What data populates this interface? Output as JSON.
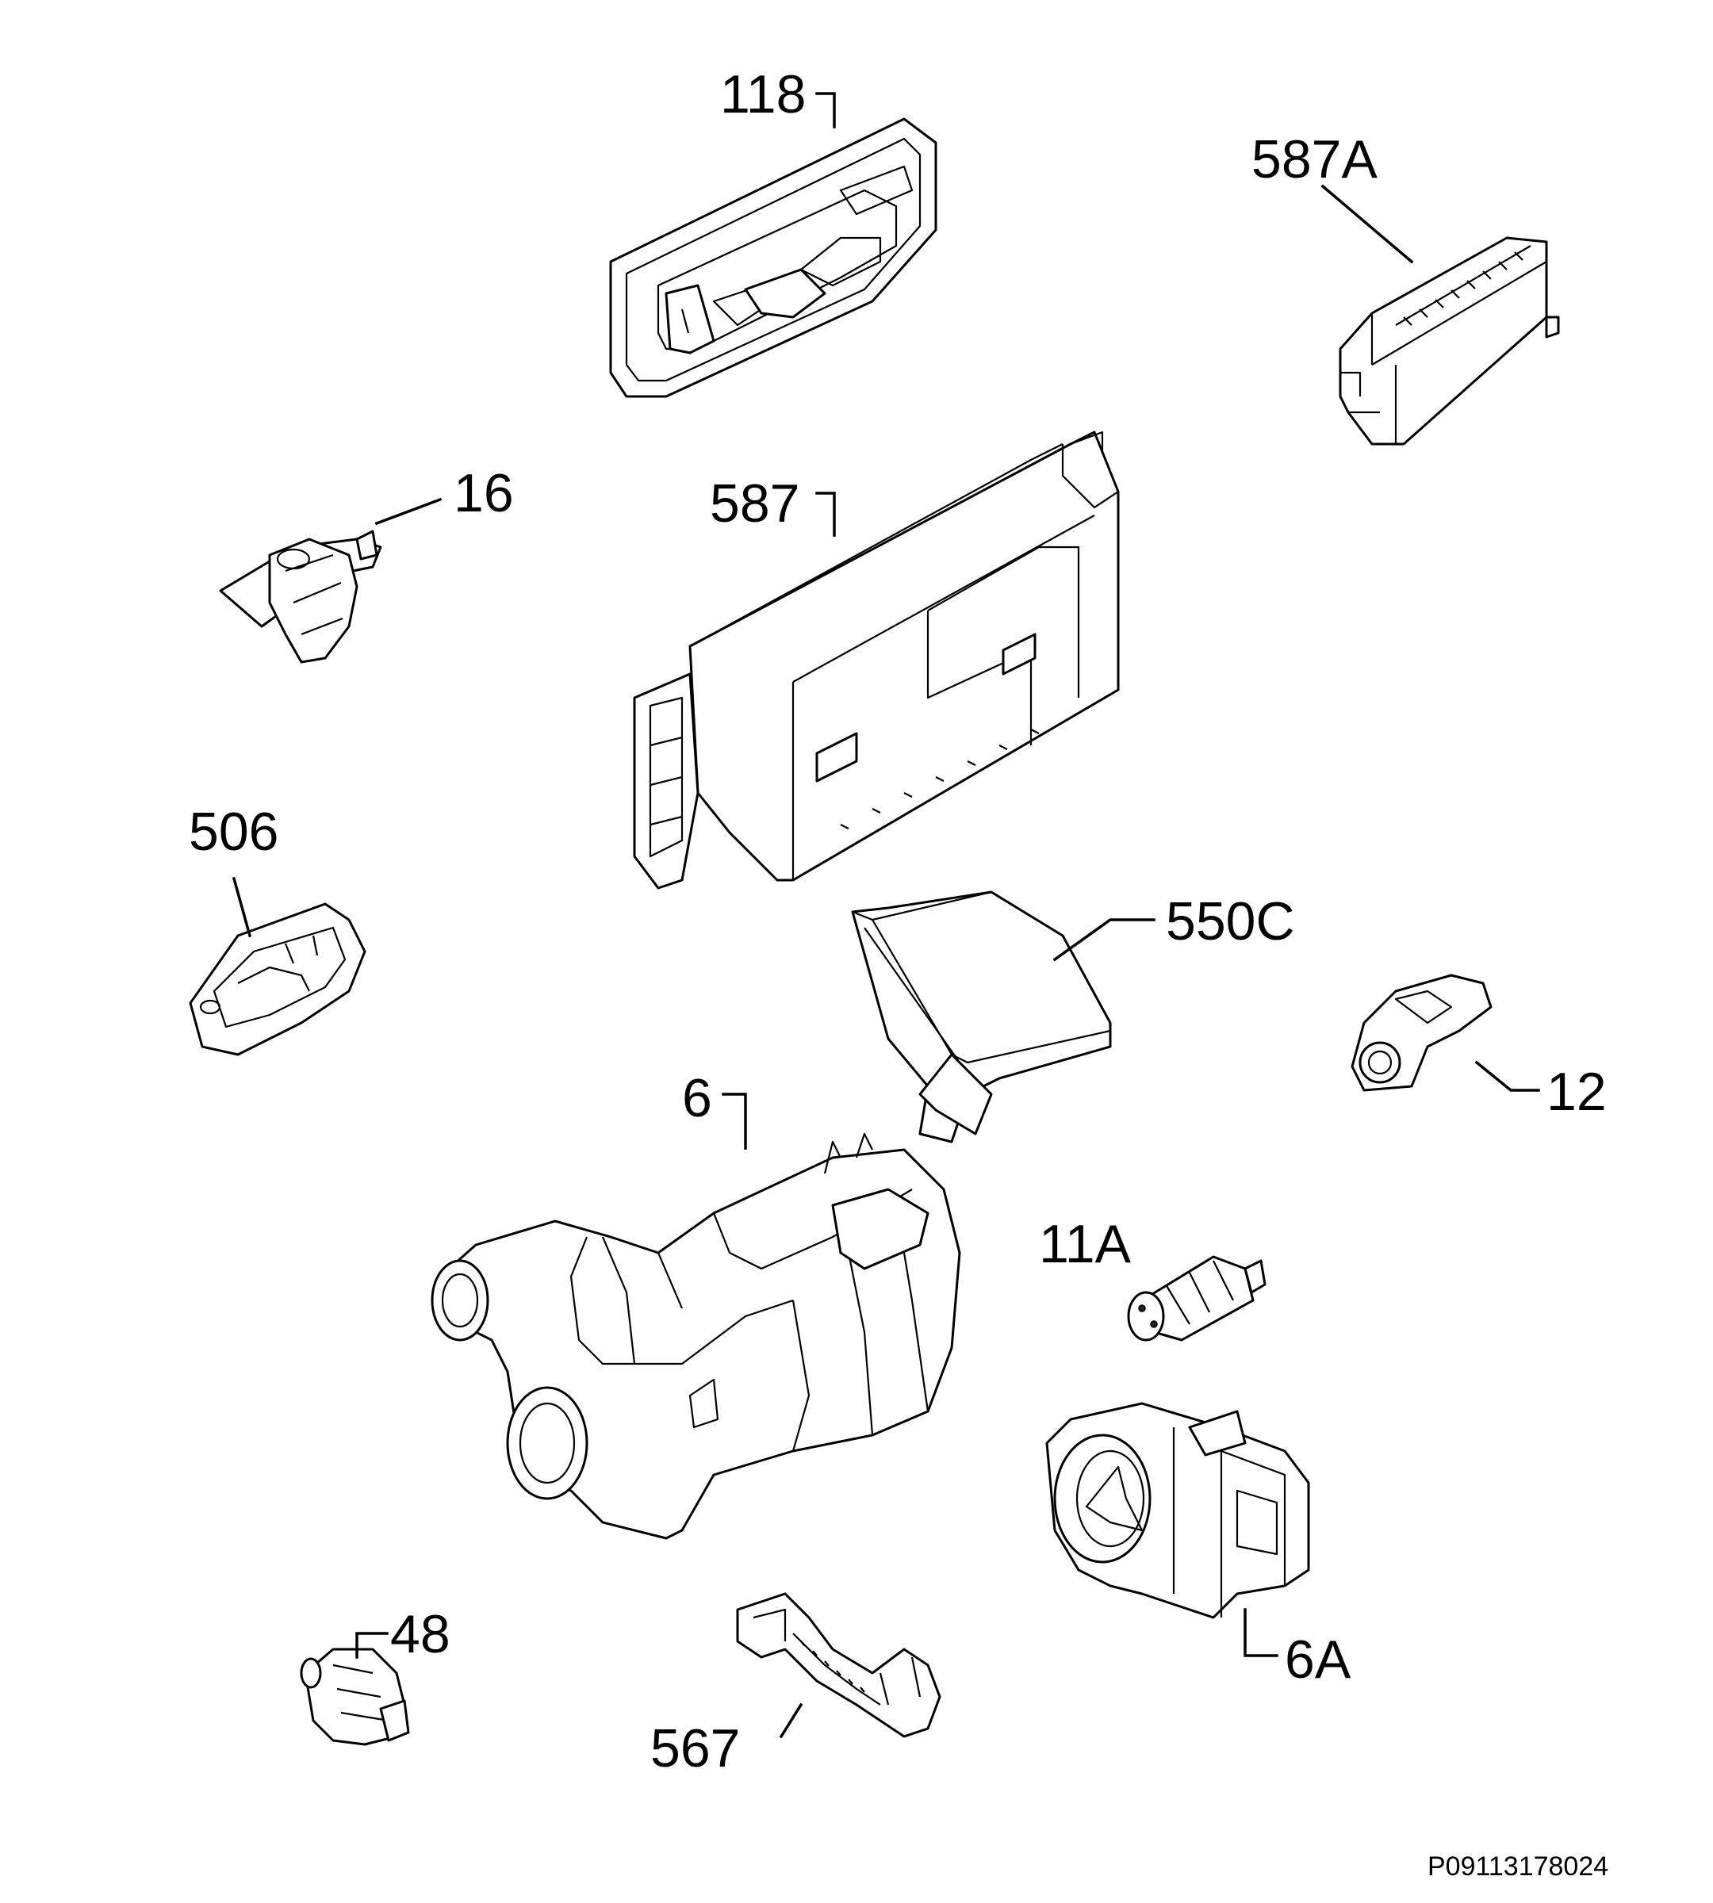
{
  "diagram": {
    "labels": {
      "p118": "118",
      "p587a": "587A",
      "p16": "16",
      "p587": "587",
      "p506": "506",
      "p550c": "550C",
      "p12": "12",
      "p6": "6",
      "p11a": "11A",
      "p48": "48",
      "p567": "567",
      "p6a": "6A"
    },
    "document_code": "P09113178024"
  }
}
